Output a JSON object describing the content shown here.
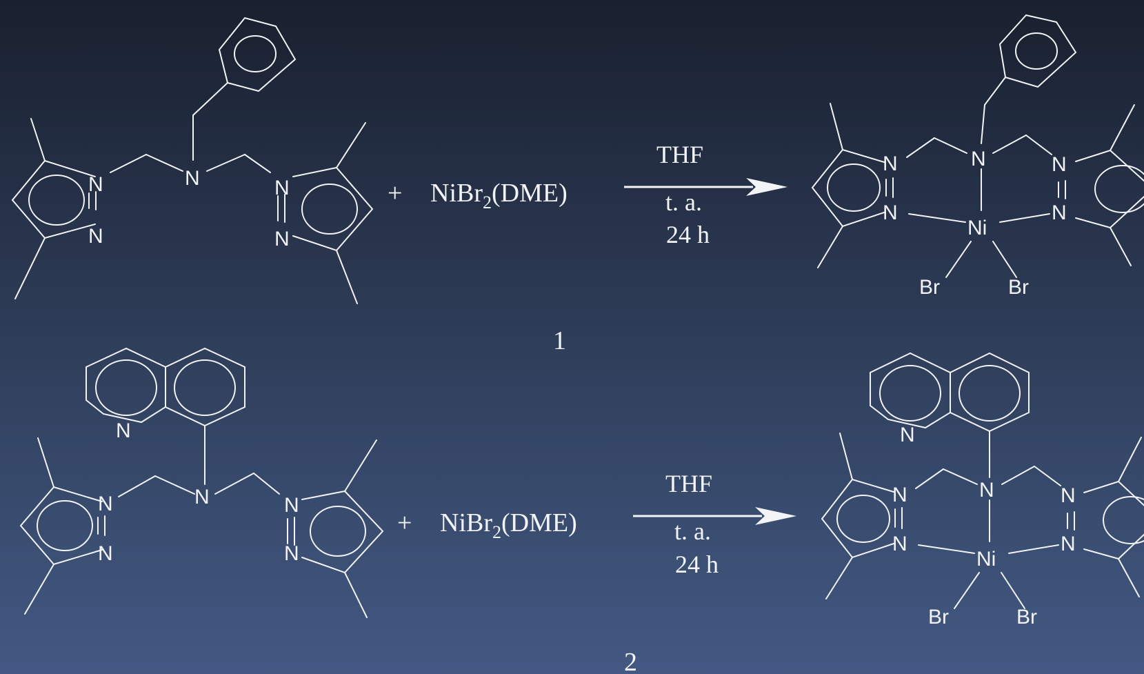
{
  "atoms": {
    "N": "N",
    "Ni": "Ni",
    "Br": "Br"
  },
  "reagent": {
    "plus": "+",
    "name_pre": "NiBr",
    "subscript": "2",
    "name_post": "(DME)"
  },
  "conditions": {
    "solvent": "THF",
    "temperature": "t. a.",
    "time": "24 h"
  },
  "reactions": [
    {
      "label": "1"
    },
    {
      "label": "2"
    }
  ]
}
